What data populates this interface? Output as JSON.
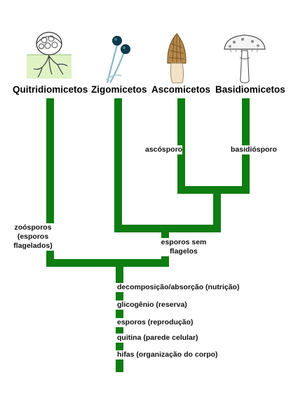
{
  "taxa": {
    "quitridiomicetos": "Quitridiomicetos",
    "zigomicetos": "Zigomicetos",
    "ascomicetos": "Ascomicetos",
    "basidiomicetos": "Basidiomicetos"
  },
  "traits": {
    "ascosporo": "ascósporo",
    "basidiosporo": "basidiósporo",
    "zoosporos_1": "zoósporos",
    "zoosporos_2": "(esporos",
    "zoosporos_3": "flagelados)",
    "esporos_sem_1": "esporos sem",
    "esporos_sem_2": "flagelos"
  },
  "shared_traits": [
    "decomposição/absorção (nutrição)",
    "glicogênio (reserva)",
    "esporos (reprodução)",
    "quitina (parede celular)",
    "hifas (organização do corpo)"
  ],
  "colors": {
    "branch": "#0e7d12",
    "quitrid_background": "#dff2c4",
    "zigo_sporangium": "#0d3a48",
    "asco_cap": "#b58a4e",
    "basidio_cap": "#f4f4f4"
  },
  "icons": [
    "chytrid-icon",
    "zygomycete-icon",
    "morel-icon",
    "mushroom-icon"
  ]
}
